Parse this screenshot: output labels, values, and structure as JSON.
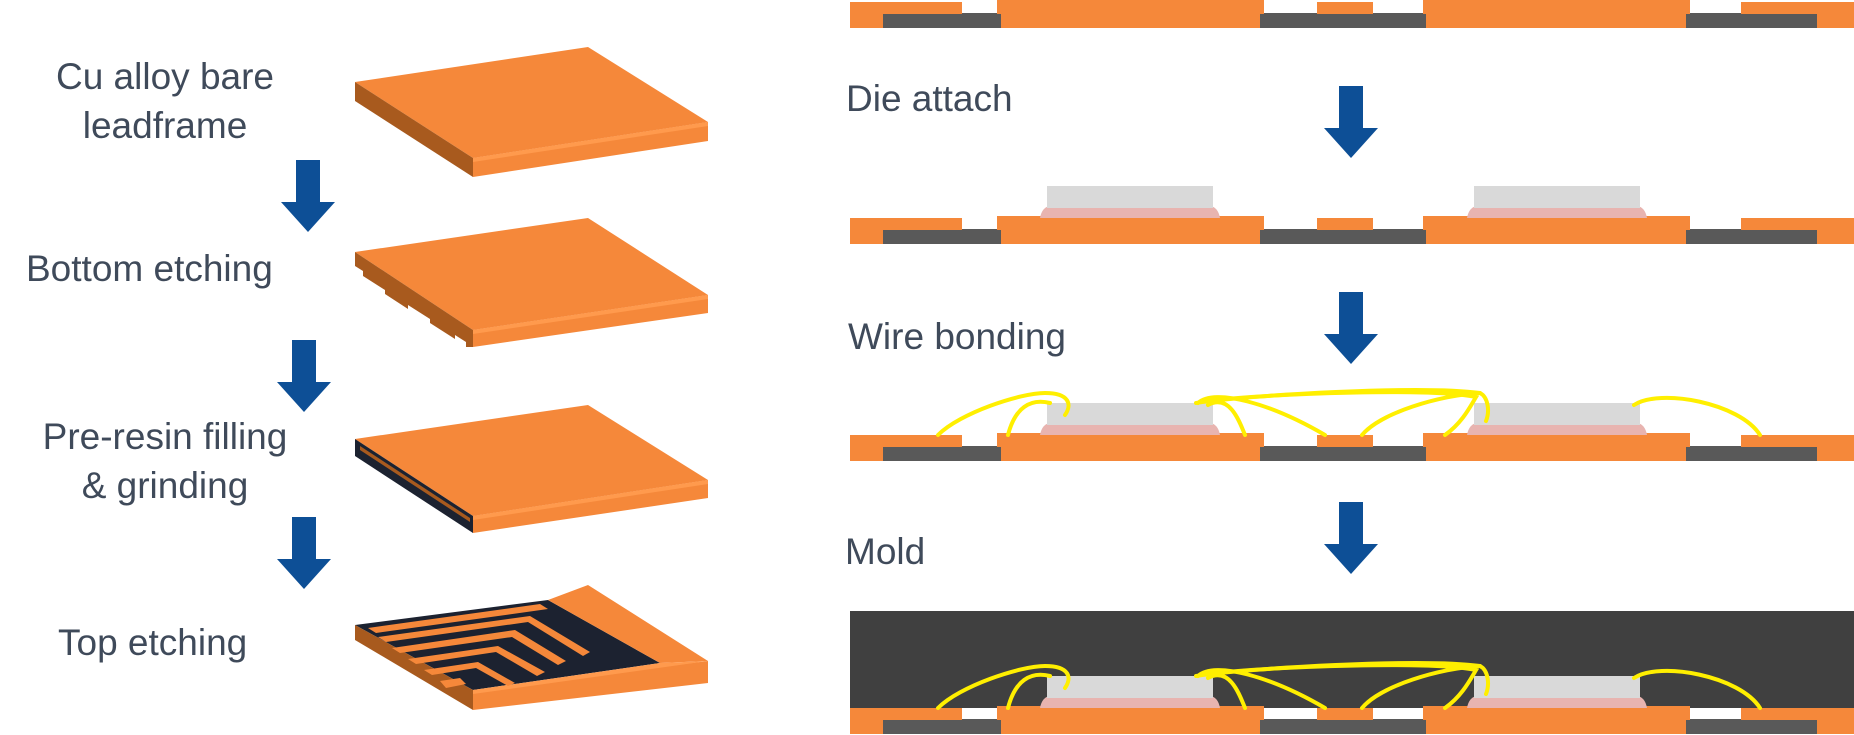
{
  "left_steps": [
    {
      "label_line1": "Cu alloy bare",
      "label_line2": "leadframe"
    },
    {
      "label_line1": "Bottom etching",
      "label_line2": ""
    },
    {
      "label_line1": "Pre-resin filling",
      "label_line2": "& grinding"
    },
    {
      "label_line1": "Top etching",
      "label_line2": ""
    }
  ],
  "right_steps": [
    {
      "label": ""
    },
    {
      "label": "Die attach"
    },
    {
      "label": "Wire bonding"
    },
    {
      "label": "Mold"
    }
  ],
  "colors": {
    "copper": "#f5883a",
    "copper_side": "#a85a1e",
    "resin": "#595959",
    "die": "#d9d9d9",
    "die_attach": "#e8b4b0",
    "wire": "#ffef00",
    "mold": "#404040",
    "arrow": "#0d4f96",
    "text": "#3f4a5a"
  },
  "icons": [
    "down-arrow-icon"
  ]
}
